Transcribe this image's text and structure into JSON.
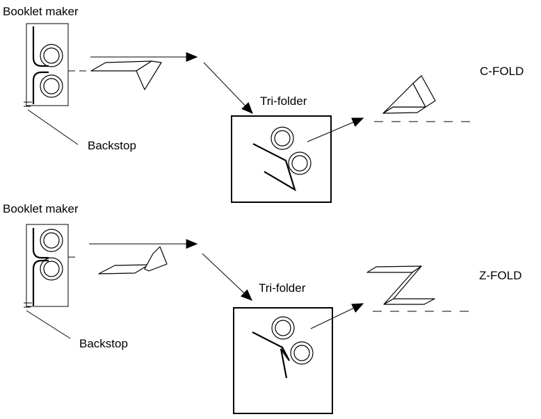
{
  "top": {
    "booklet_label": "Booklet maker",
    "backstop_label": "Backstop",
    "trifolder_label": "Tri-folder",
    "fold_label": "C-FOLD"
  },
  "bottom": {
    "booklet_label": "Booklet maker",
    "backstop_label": "Backstop",
    "trifolder_label": "Tri-folder",
    "fold_label": "Z-FOLD"
  }
}
